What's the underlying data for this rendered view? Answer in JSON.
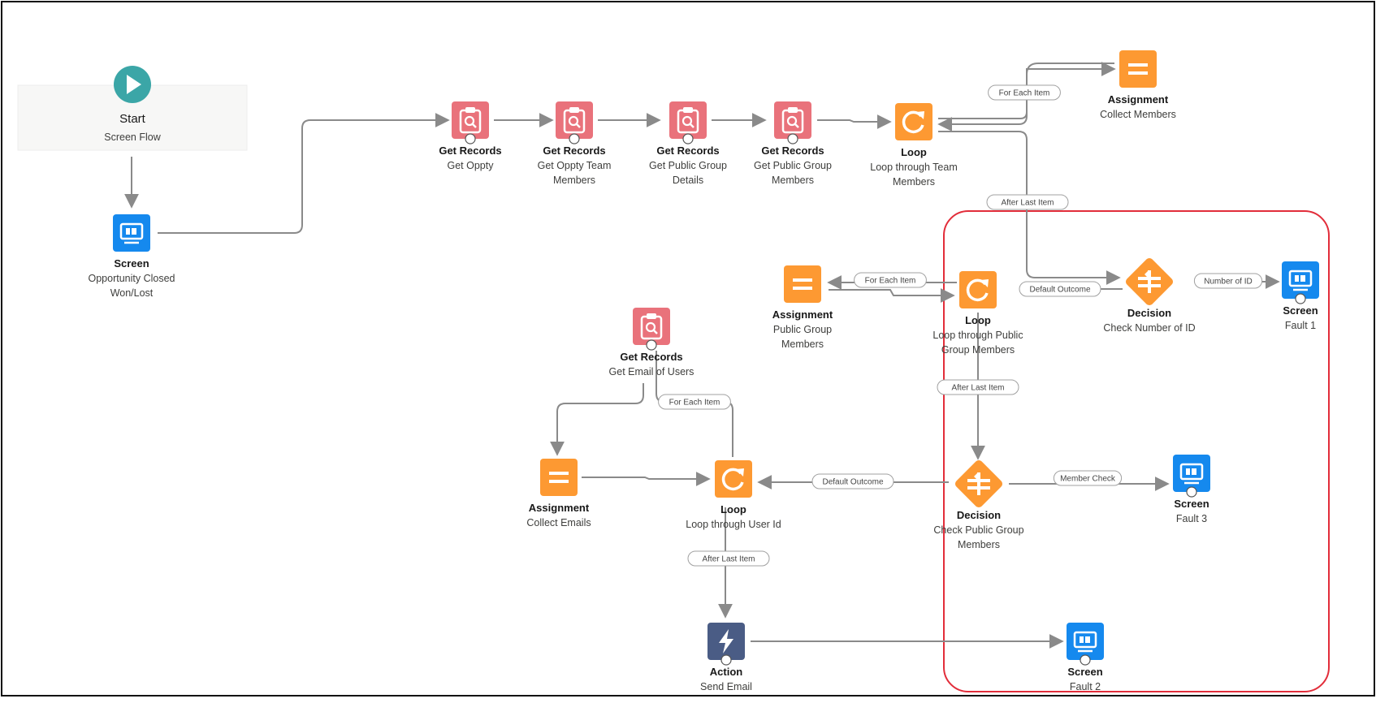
{
  "colors": {
    "get_records": "#e9727b",
    "loop_assign_decision": "#fd9932",
    "screen": "#1589ee",
    "action": "#4a5c85",
    "start": "#3ba6a7",
    "connector": "#8a8a8a",
    "highlight": "#e22d3a"
  },
  "start": {
    "title": "Start",
    "subtitle": "Screen Flow"
  },
  "nodes": [
    {
      "id": "screen_opp",
      "kind": "screen",
      "icon": "screen-icon",
      "title": "Screen",
      "sub": [
        "Opportunity Closed",
        "Won/Lost"
      ]
    },
    {
      "id": "gr_oppty",
      "kind": "get_records",
      "icon": "get-records-icon",
      "title": "Get Records",
      "sub": [
        "Get Oppty"
      ]
    },
    {
      "id": "gr_team",
      "kind": "get_records",
      "icon": "get-records-icon",
      "title": "Get Records",
      "sub": [
        "Get Oppty Team",
        "Members"
      ]
    },
    {
      "id": "gr_pgdetails",
      "kind": "get_records",
      "icon": "get-records-icon",
      "title": "Get Records",
      "sub": [
        "Get Public Group",
        "Details"
      ]
    },
    {
      "id": "gr_pgmembers",
      "kind": "get_records",
      "icon": "get-records-icon",
      "title": "Get Records",
      "sub": [
        "Get Public Group",
        "Members"
      ]
    },
    {
      "id": "loop_team",
      "kind": "loop",
      "icon": "loop-icon",
      "title": "Loop",
      "sub": [
        "Loop through Team",
        "Members"
      ]
    },
    {
      "id": "assign_collect_members",
      "kind": "assignment",
      "icon": "assignment-icon",
      "title": "Assignment",
      "sub": [
        "Collect Members"
      ]
    },
    {
      "id": "decision_id",
      "kind": "decision",
      "icon": "decision-icon",
      "title": "Decision",
      "sub": [
        "Check Number of ID"
      ]
    },
    {
      "id": "screen_fault1",
      "kind": "screen",
      "icon": "screen-icon",
      "title": "Screen",
      "sub": [
        "Fault 1"
      ]
    },
    {
      "id": "loop_pg",
      "kind": "loop",
      "icon": "loop-icon",
      "title": "Loop",
      "sub": [
        "Loop through Public",
        "Group Members"
      ]
    },
    {
      "id": "assign_pg",
      "kind": "assignment",
      "icon": "assignment-icon",
      "title": "Assignment",
      "sub": [
        "Public Group",
        "Members"
      ]
    },
    {
      "id": "gr_email",
      "kind": "get_records",
      "icon": "get-records-icon",
      "title": "Get Records",
      "sub": [
        "Get Email of Users"
      ]
    },
    {
      "id": "assign_emails",
      "kind": "assignment",
      "icon": "assignment-icon",
      "title": "Assignment",
      "sub": [
        "Collect Emails"
      ]
    },
    {
      "id": "loop_user",
      "kind": "loop",
      "icon": "loop-icon",
      "title": "Loop",
      "sub": [
        "Loop through User Id"
      ]
    },
    {
      "id": "decision_pg",
      "kind": "decision",
      "icon": "decision-icon",
      "title": "Decision",
      "sub": [
        "Check Public Group",
        "Members"
      ]
    },
    {
      "id": "screen_fault3",
      "kind": "screen",
      "icon": "screen-icon",
      "title": "Screen",
      "sub": [
        "Fault 3"
      ]
    },
    {
      "id": "action_email",
      "kind": "action",
      "icon": "action-icon",
      "title": "Action",
      "sub": [
        "Send Email"
      ]
    },
    {
      "id": "screen_fault2",
      "kind": "screen",
      "icon": "screen-icon",
      "title": "Screen",
      "sub": [
        "Fault 2"
      ]
    }
  ],
  "connector_labels": [
    {
      "id": "foreach_team",
      "text": "For Each Item"
    },
    {
      "id": "afterlast_team",
      "text": "After Last Item"
    },
    {
      "id": "numberofid",
      "text": "Number of ID"
    },
    {
      "id": "default_id",
      "text": "Default Outcome"
    },
    {
      "id": "foreach_pg",
      "text": "For Each Item"
    },
    {
      "id": "afterlast_pg",
      "text": "After Last Item"
    },
    {
      "id": "membercheck",
      "text": "Member Check"
    },
    {
      "id": "default_pg",
      "text": "Default Outcome"
    },
    {
      "id": "foreach_user",
      "text": "For Each Item"
    },
    {
      "id": "afterlast_user",
      "text": "After Last Item"
    }
  ]
}
